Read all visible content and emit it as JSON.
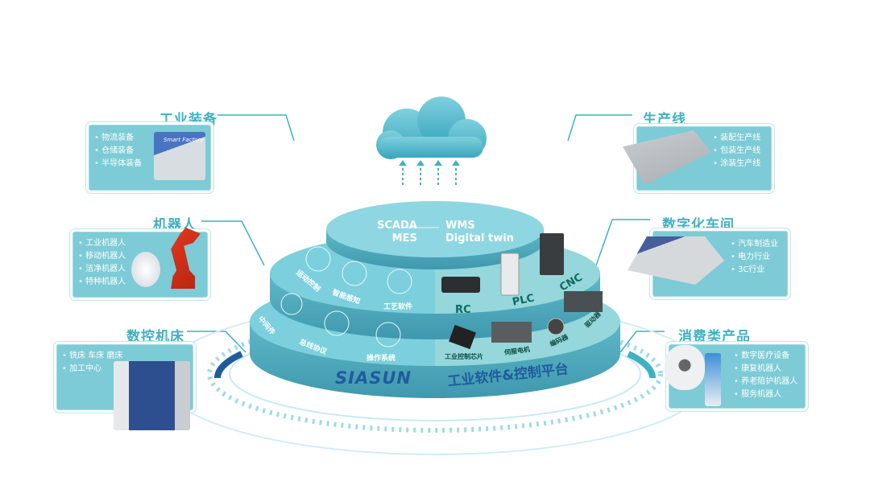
{
  "cloud": {
    "icon": "cloud-icon",
    "arrows": 4
  },
  "platform": {
    "top_layer": {
      "left": [
        "SCADA",
        "MES"
      ],
      "right": [
        "WMS",
        "Digital twin"
      ]
    },
    "middle_layer_software": [
      "运动控制",
      "智能感知",
      "工艺软件"
    ],
    "middle_layer_hardware": [
      "RC",
      "PLC",
      "CNC"
    ],
    "bottom_layer_software": [
      "中间件",
      "总线协议",
      "操作系统"
    ],
    "bottom_layer_hardware": [
      "工业控制芯片",
      "伺服电机",
      "编码器",
      "驱动器"
    ],
    "brand": "SIASUN",
    "platform_title": "工业软件&控制平台"
  },
  "panels": {
    "industrial_equipment": {
      "title": "工业装备",
      "items": [
        "物流装备",
        "仓储装备",
        "半导体装备"
      ],
      "image_caption": "Smart Factory"
    },
    "robots": {
      "title": "机器人",
      "items": [
        "工业机器人",
        "移动机器人",
        "洁净机器人",
        "特种机器人"
      ]
    },
    "cnc_machines": {
      "title": "数控机床",
      "items": [
        "铣床  车床  磨床",
        "加工中心"
      ]
    },
    "production_lines": {
      "title": "生产线",
      "items": [
        "装配生产线",
        "包装生产线",
        "涂装生产线"
      ]
    },
    "digital_workshop": {
      "title": "数字化车间",
      "items": [
        "汽车制造业",
        "电力行业",
        "3C行业"
      ]
    },
    "consumer_products": {
      "title": "消费类产品",
      "items": [
        "数字医疗设备",
        "康复机器人",
        "养老陪护机器人",
        "服务机器人"
      ]
    }
  },
  "colors": {
    "accent": "#3fb2c2",
    "panel": "#7dcbd6",
    "disk": "#72c8d6",
    "dark_blue": "#1f5c9e"
  }
}
